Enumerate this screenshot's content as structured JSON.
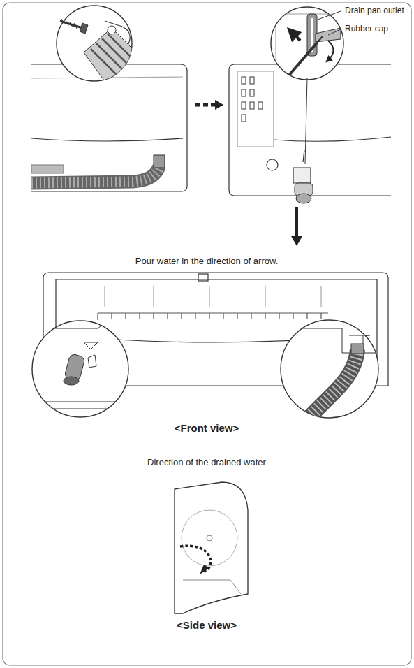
{
  "diagram": {
    "labels": [
      "Drain pan outlet",
      "Rubber cap",
      "Pour water in the direction of arrow.",
      "<Front view>",
      "Direction of the drained water",
      "<Side view>"
    ]
  }
}
